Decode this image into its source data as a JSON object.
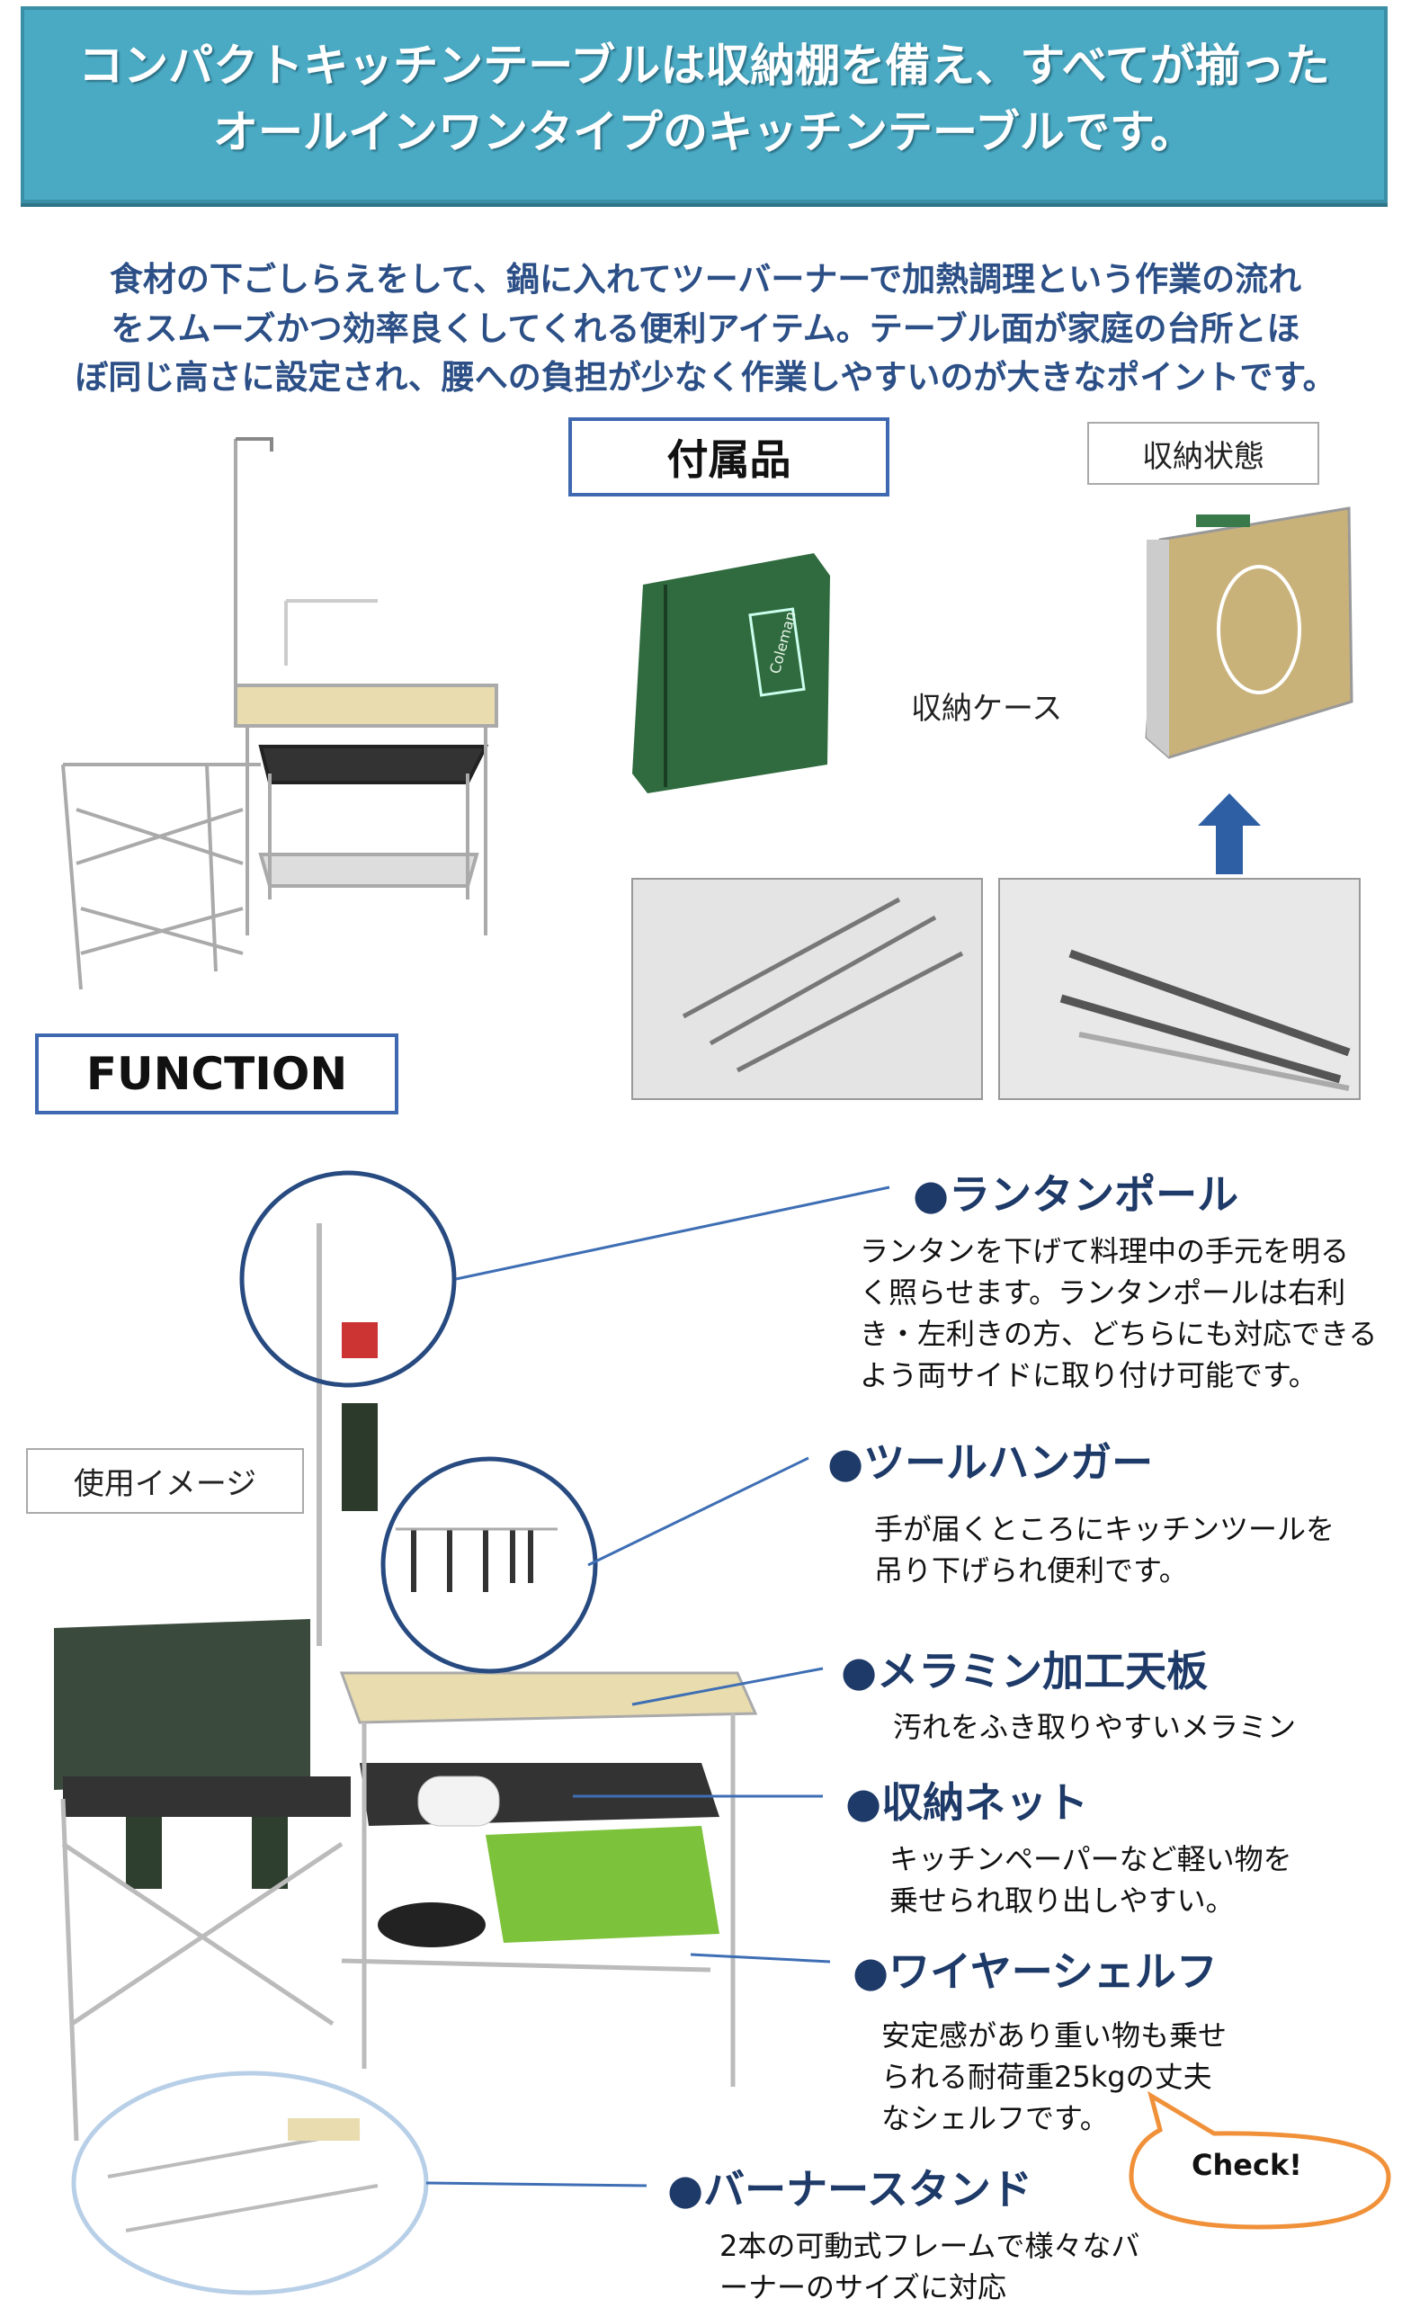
{
  "header": {
    "title_lines": [
      "コンパクトキッチンテーブルは収納棚を備え、すべてが揃った",
      "オールインワンタイプのキッチンテーブルです。"
    ]
  },
  "intro": {
    "lines": [
      "食材の下ごしらえをして、鍋に入れてツーバーナーで加熱調理という作業の流れ",
      "をスムーズかつ効率良くしてくれる便利アイテム。テーブル面が家庭の台所とほ",
      "ぼ同じ高さに設定され、腰への負担が少なく作業しやすいのが大きなポイントです。"
    ]
  },
  "accessories": {
    "label": "付属品",
    "case_label": "収納ケース",
    "case_brand": "Coleman",
    "storage_label": "収納状態"
  },
  "function_label": "FUNCTION",
  "usage_label": "使用イメージ",
  "features": [
    {
      "title": "●ランタンポール",
      "desc": [
        "ランタンを下げて料理中の手元を明る",
        "く照らせます。ランタンポールは右利",
        "き・左利きの方、どちらにも対応できる",
        "よう両サイドに取り付け可能です。"
      ]
    },
    {
      "title": "●ツールハンガー",
      "desc": [
        "手が届くところにキッチンツールを",
        "吊り下げられ便利です。"
      ]
    },
    {
      "title": "●メラミン加工天板",
      "desc": [
        "汚れをふき取りやすいメラミン"
      ]
    },
    {
      "title": "●収納ネット",
      "desc": [
        "キッチンペーパーなど軽い物を",
        "乗せられ取り出しやすい。"
      ]
    },
    {
      "title": "●ワイヤーシェルフ",
      "desc": [
        "安定感があり重い物も乗せ",
        "られる耐荷重25kgの丈夫",
        "なシェルフです。"
      ]
    },
    {
      "title": "●バーナースタンド",
      "desc": [
        "2本の可動式フレームで様々なバ",
        "ーナーのサイズに対応"
      ]
    }
  ],
  "callout": {
    "label": "Check!"
  },
  "colors": {
    "banner": "#4aaac4",
    "heading": "#1e3a68",
    "intro": "#2b4f86",
    "box_border": "#3e68b0",
    "callout": "#f0913a",
    "case_green": "#2f6b3f"
  }
}
